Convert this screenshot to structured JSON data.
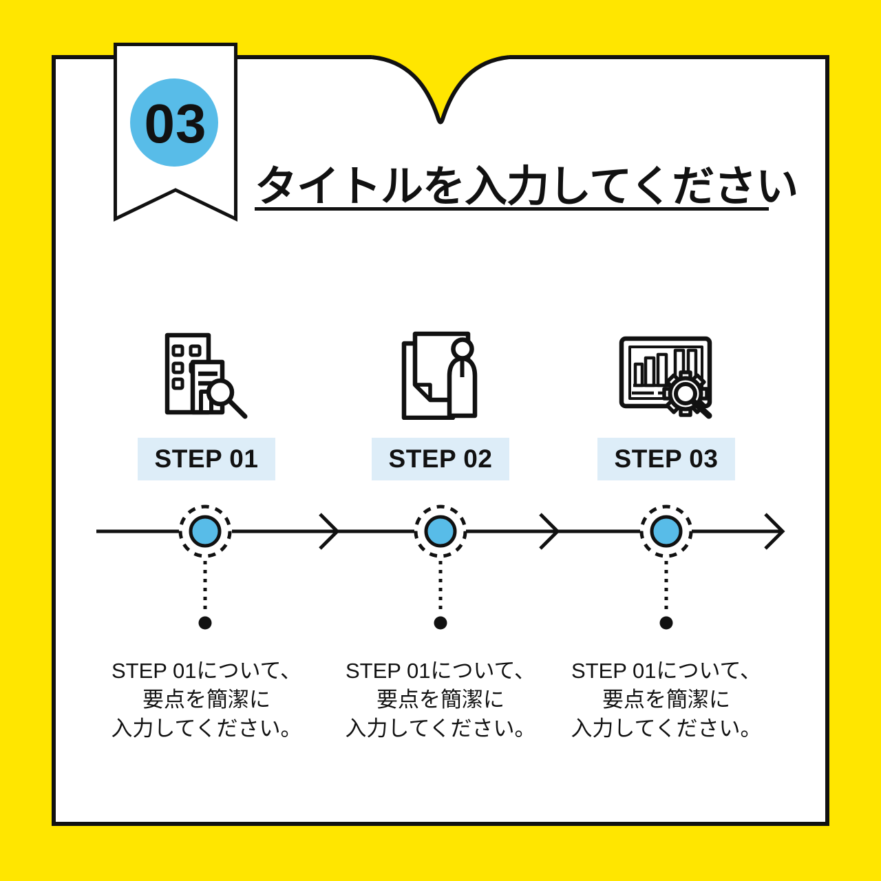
{
  "ribbon": {
    "number": "03"
  },
  "header": {
    "title": "タイトルを入力してください"
  },
  "steps": [
    {
      "label": "STEP 01",
      "icon": "building-search-icon",
      "desc_lines": [
        "STEP 01について、",
        "要点を簡潔に",
        "入力してください。"
      ]
    },
    {
      "label": "STEP 02",
      "icon": "document-person-icon",
      "desc_lines": [
        "STEP 01について、",
        "要点を簡潔に",
        "入力してください。"
      ]
    },
    {
      "label": "STEP 03",
      "icon": "chart-gear-icon",
      "desc_lines": [
        "STEP 01について、",
        "要点を簡潔に",
        "入力してください。"
      ]
    }
  ],
  "colors": {
    "background_yellow": "#FFE600",
    "accent_blue": "#58BCE8",
    "step_badge_bg": "#DDEDF8",
    "ink_black": "#111111"
  }
}
